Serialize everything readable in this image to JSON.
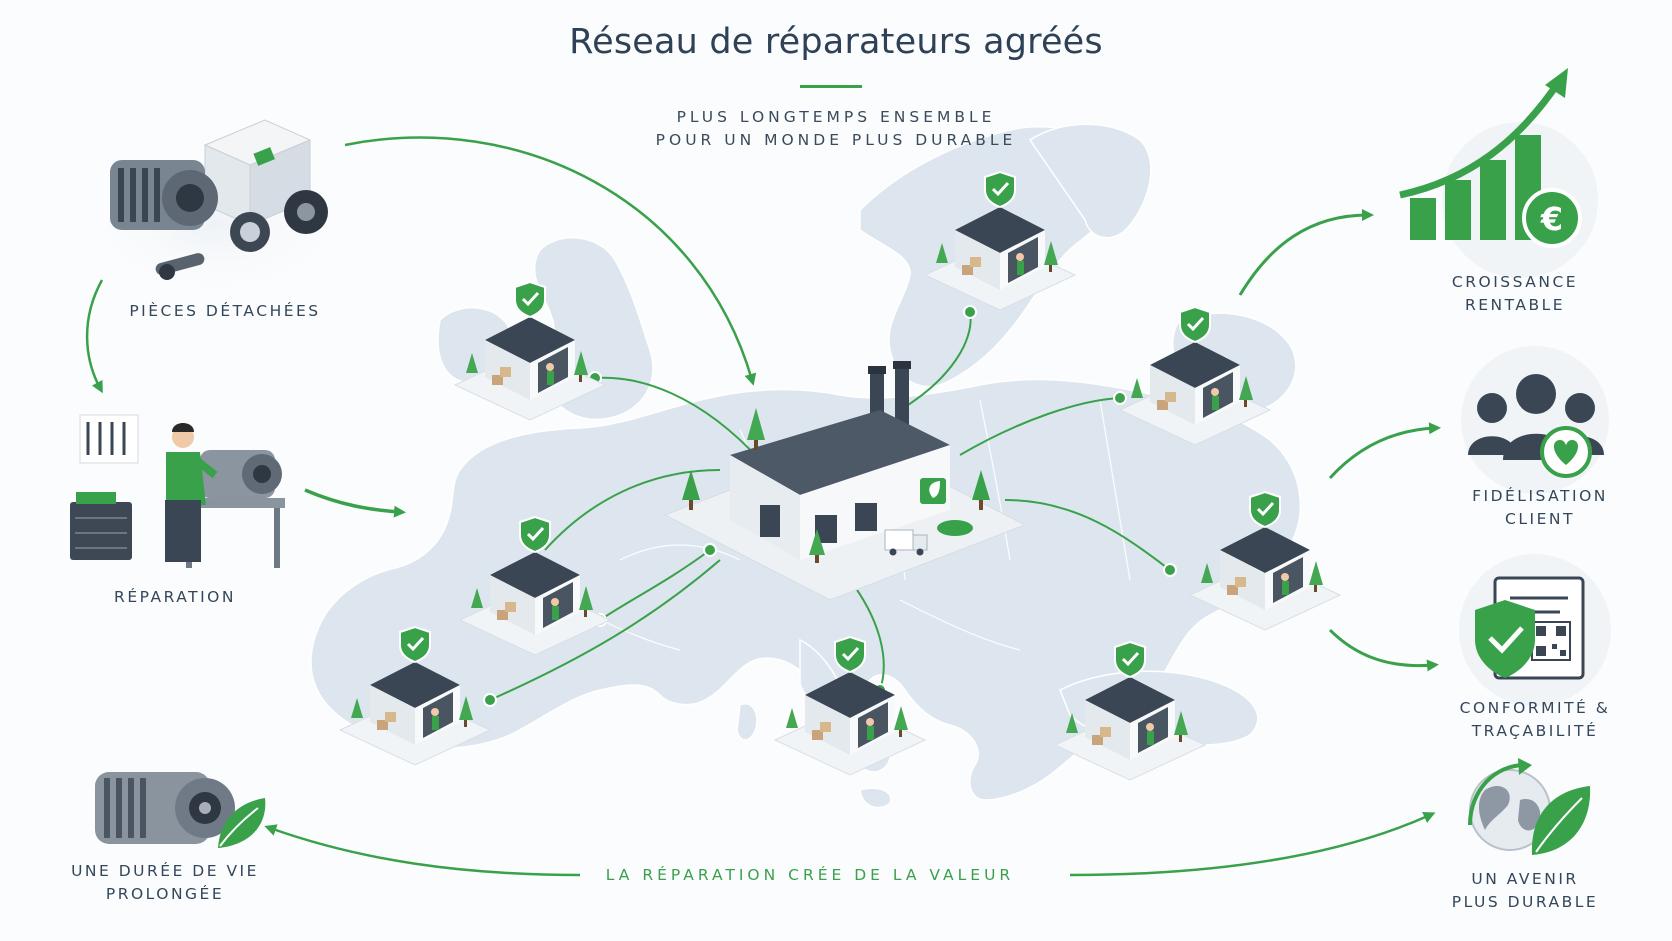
{
  "title": "Réseau de réparateurs agréés",
  "subtitle": [
    "PLUS LONGTEMPS ENSEMBLE",
    "POUR UN MONDE PLUS DURABLE"
  ],
  "left_steps": [
    {
      "label": "PIÈCES DÉTACHÉES",
      "icon": "spare-parts-icon"
    },
    {
      "label": "RÉPARATION",
      "icon": "technician-repair-icon"
    },
    {
      "label": "UNE DURÉE DE VIE\nPROLONGÉE",
      "icon": "motor-leaf-icon"
    }
  ],
  "right_benefits": [
    {
      "label": "CROISSANCE\nRENTABLE",
      "icon": "growth-chart-euro-icon"
    },
    {
      "label": "FIDÉLISATION\nCLIENT",
      "icon": "customers-heart-icon"
    },
    {
      "label": "CONFORMITÉ &\nTRAÇABILITÉ",
      "icon": "certificate-shield-qr-icon"
    },
    {
      "label": "UN AVENIR\nPLUS DURABLE",
      "icon": "globe-leaf-icon"
    }
  ],
  "bottom_message": "LA RÉPARATION CRÉE DE LA VALEUR",
  "hub": {
    "icon": "central-factory-icon"
  },
  "workshops": {
    "count": 8,
    "icon": "certified-workshop-icon"
  },
  "colors": {
    "accent": "#3aa14b",
    "map": "#dde6ef",
    "dark": "#3a4654"
  }
}
